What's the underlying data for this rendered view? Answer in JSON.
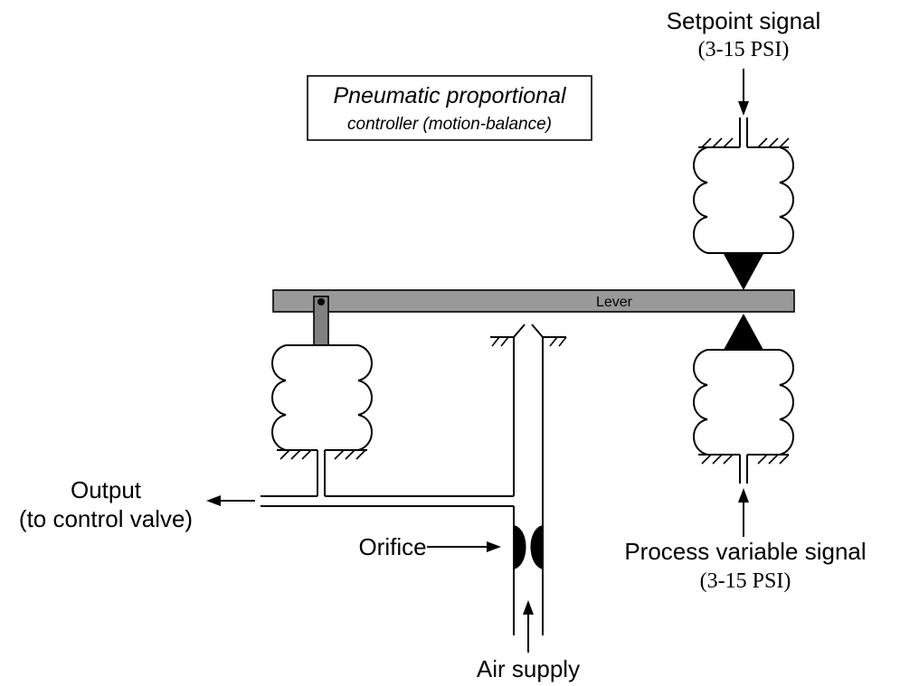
{
  "title": {
    "line1": "Pneumatic proportional",
    "line2": "controller (motion-balance)"
  },
  "labels": {
    "setpoint": "Setpoint signal",
    "setpoint_range": "(3-15 PSI)",
    "lever": "Lever",
    "output": "Output",
    "output_sub": "(to control valve)",
    "orifice": "Orifice",
    "process_variable": "Process variable signal",
    "process_variable_range": "(3-15 PSI)",
    "air_supply": "Air supply"
  },
  "colors": {
    "lever_fill": "#999999",
    "line": "#000000",
    "background": "#ffffff"
  }
}
